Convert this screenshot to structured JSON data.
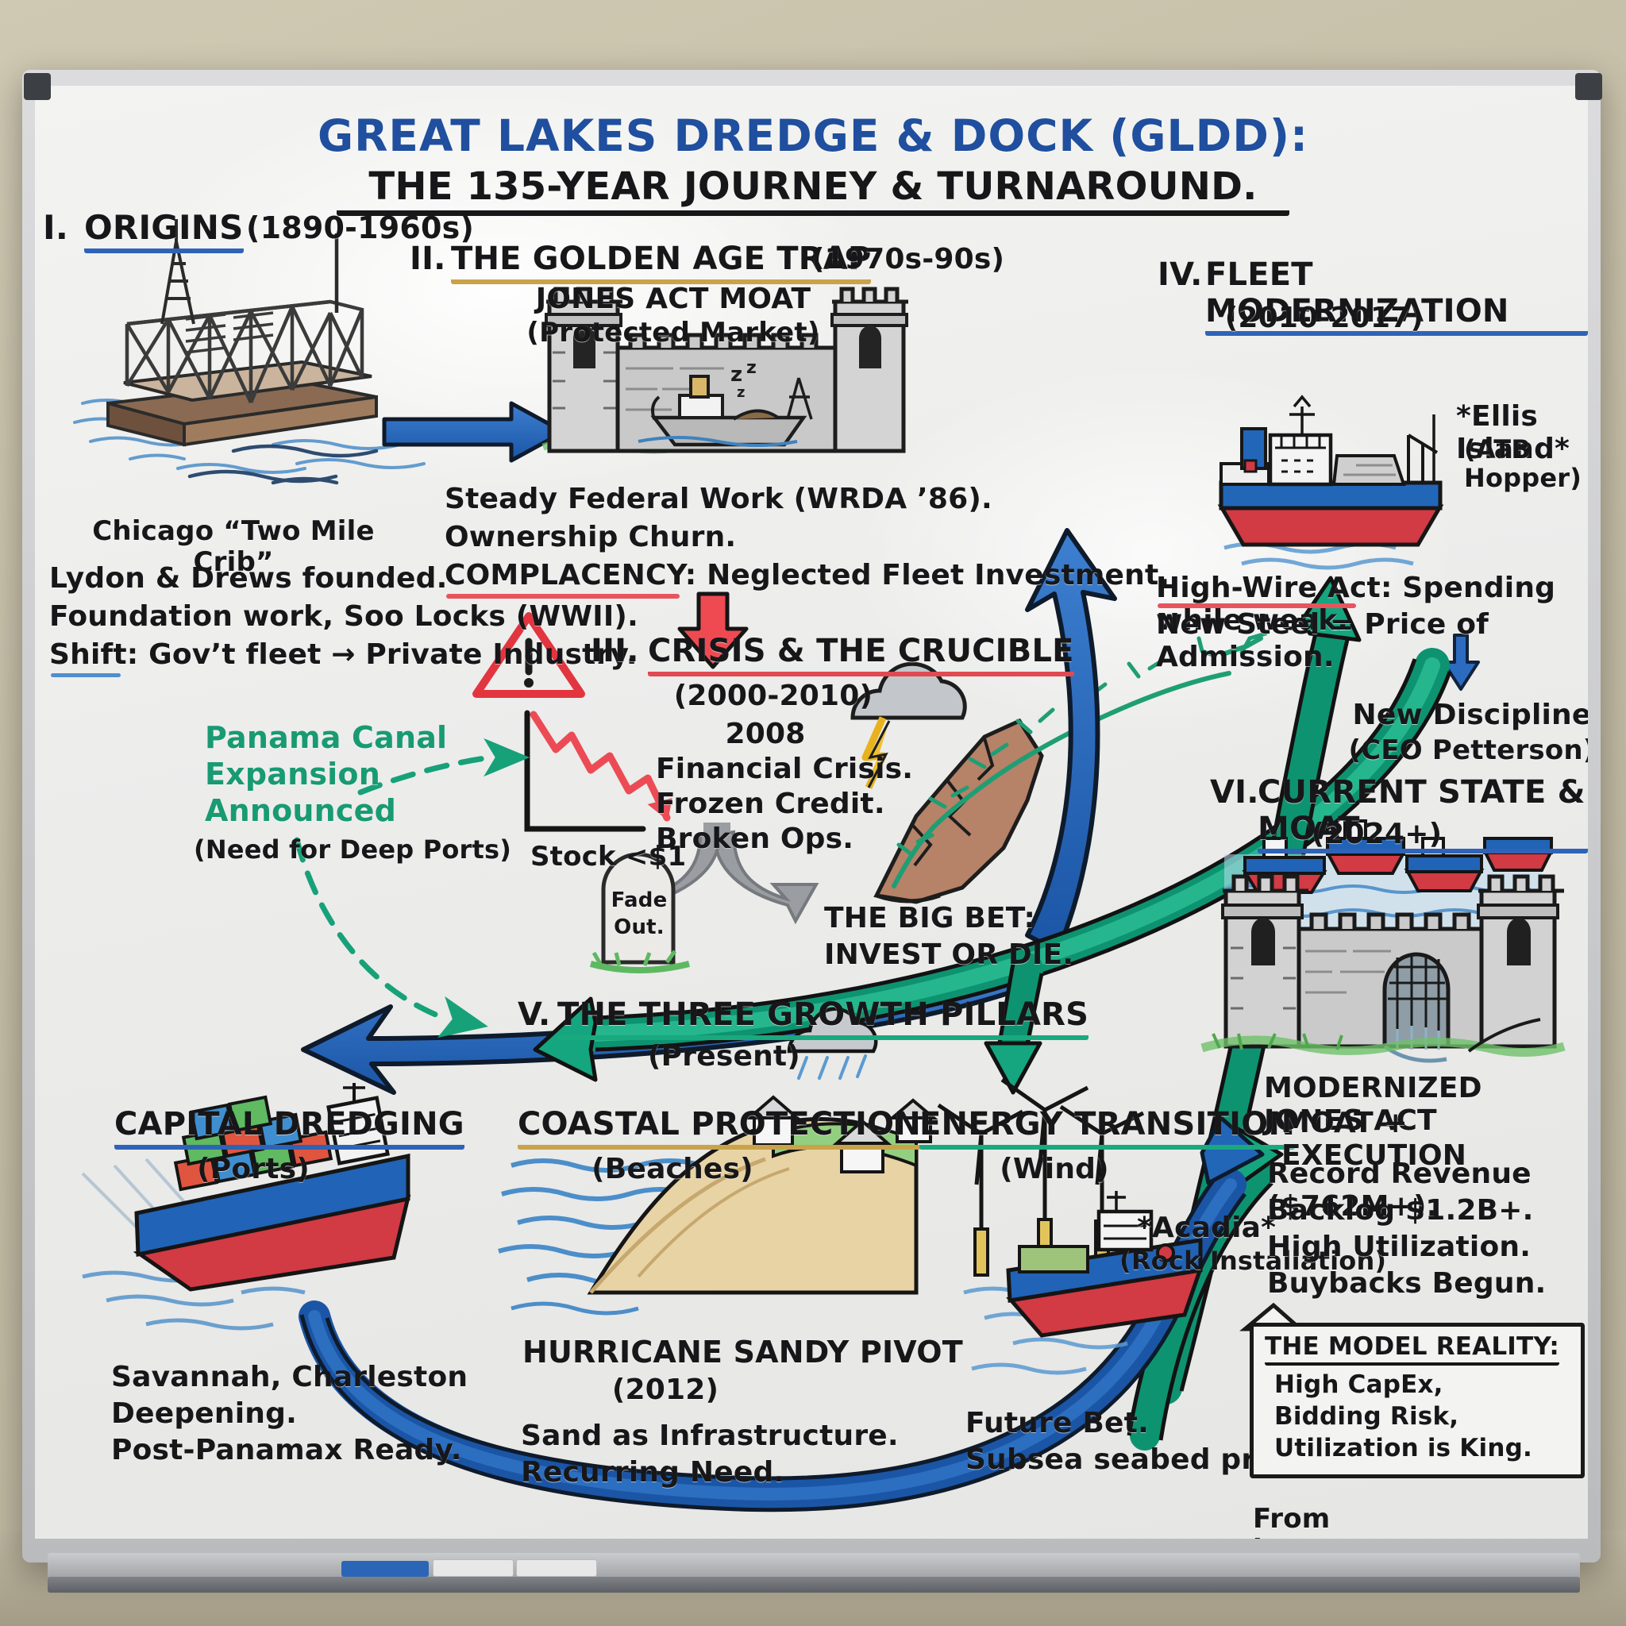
{
  "board": {
    "title_line1": "GREAT LAKES DREDGE & DOCK (GLDD):",
    "title_line2": "THE 135-YEAR JOURNEY & TURNAROUND.",
    "source": "From https://empor.top"
  },
  "sections": {
    "s1": {
      "heading_num": "I.",
      "heading_word": "ORIGINS",
      "heading_years": "(1890-1960s)",
      "caption": "Chicago “Two Mile Crib”",
      "lines": [
        "Lydon & Drews founded.",
        "Foundation work, Soo Locks (WWII).",
        "Shift: Gov’t fleet → Private Industry."
      ],
      "icon": "dredge-crib-platform"
    },
    "s2": {
      "heading_num": "II.",
      "heading_word": "THE GOLDEN AGE TRAP",
      "heading_years": "(1970s-90s)",
      "moat_label": "JONES ACT MOAT",
      "moat_sub": "(Protected Market)",
      "lines": [
        "Steady Federal Work (WRDA ’86).",
        "Ownership Churn.",
        "COMPLACENCY: Neglected Fleet Investment."
      ],
      "complacency_word": "COMPLACENCY",
      "icon": "castle-moat-sleeping-ship",
      "zzz": "z"
    },
    "s3": {
      "heading_num": "III.",
      "heading_word": "CRISIS & THE CRUCIBLE",
      "heading_years": "(2000-2010)",
      "warn_icon": "warning-triangle-icon",
      "chart_caption": "Stock <$1",
      "crisis_lines": [
        "2008",
        "Financial Crisis.",
        "Frozen Credit.",
        "Broken Ops."
      ],
      "grave_line1": "Fade",
      "grave_line2": "Out.",
      "bigbet_line1": "THE BIG BET:",
      "bigbet_line2": "INVEST OR DIE."
    },
    "panama": {
      "line1": "Panama Canal",
      "line2": "Expansion",
      "line3": "Announced",
      "line4": "(Need for Deep Ports)"
    },
    "s4": {
      "heading_num": "IV.",
      "heading_word": "FLEET MODERNIZATION",
      "heading_years": "(2010-2017)",
      "ellis": "*Ellis Island*",
      "ellis_sub": "(ATB Hopper)",
      "lines": [
        "High-Wire Act: Spending while weak.",
        "New Steel = Price of Admission."
      ],
      "highwire_word": "High-Wire Act",
      "discipline_line1": "New Discipline",
      "discipline_line2": "(CEO Petterson)",
      "icon": "hopper-dredge-ship"
    },
    "s5": {
      "heading_num": "V.",
      "heading_word": "THE THREE GROWTH PILLARS",
      "heading_years": "(Present)",
      "pillars": [
        {
          "title": "CAPITAL DREDGING",
          "sub": "(Ports)",
          "accent": "#2f63b8",
          "icon": "container-ship",
          "notes": [
            "Savannah, Charleston",
            "Deepening.",
            "Post-Panamax Ready."
          ]
        },
        {
          "title": "COASTAL PROTECTION",
          "sub": "(Beaches)",
          "accent": "#c9a34a",
          "icon": "beach-dune-houses",
          "headline": "HURRICANE SANDY PIVOT",
          "headline_year": "(2012)",
          "notes": [
            "Sand as Infrastructure.",
            "Recurring Need."
          ]
        },
        {
          "title": "ENERGY TRANSITION",
          "sub": "(Wind)",
          "accent": "#19a97e",
          "icon": "offshore-wind-turbines",
          "badge": "*Acadia*",
          "badge_sub": "(Rock Installation)",
          "notes": [
            "Future Bet.",
            "Subsea seabed prep."
          ]
        }
      ]
    },
    "s6": {
      "heading_num": "VI.",
      "heading_word": "CURRENT STATE & MOAT",
      "heading_years": "(2024+)",
      "moat_line1": "MODERNIZED JONES ACT",
      "moat_line2": "MOAT + EXECUTION",
      "lines": [
        "Record Revenue ($762M+).",
        "Backlog $1.2B+.",
        "High Utilization.",
        "Buybacks Begun."
      ],
      "box_title": "THE MODEL REALITY:",
      "box_lines": [
        "High CapEx,",
        "Bidding Risk,",
        "Utilization is King."
      ],
      "icon": "castle-fortress-with-ships"
    }
  },
  "colors": {
    "title_blue": "#1f4f9e",
    "arrow_blue": "#2263b6",
    "arrow_green": "#16a881",
    "arrow_grey": "#8c8f93",
    "arrow_red": "#e8434d",
    "ink": "#17171a",
    "gold": "#c9a34a"
  }
}
